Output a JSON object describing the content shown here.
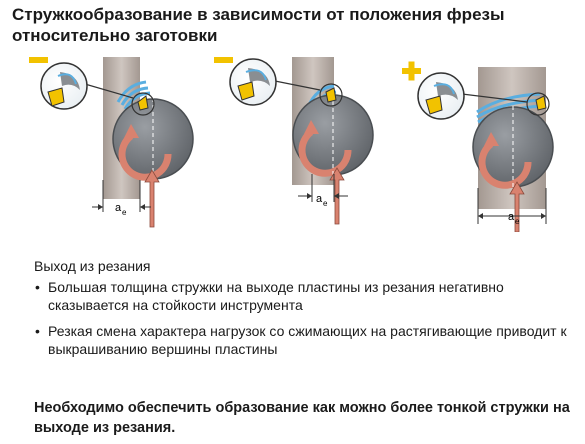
{
  "title": "Стружкообразование в зависимости от положения фрезы относительно заготовки",
  "diagrams": [
    {
      "sign": "−",
      "sign_color": "#f2c200",
      "dimension_label": "a",
      "dimension_subscript": "e"
    },
    {
      "sign": "−",
      "sign_color": "#f2c200",
      "dimension_label": "a",
      "dimension_subscript": "e"
    },
    {
      "sign": "+",
      "sign_color": "#f2c200",
      "dimension_label": "a",
      "dimension_subscript": "e"
    }
  ],
  "exit": {
    "label": "Выход из резания",
    "bullet_marker": "•",
    "bullets": [
      "Большая толщина стружки  на выходе пластины из резания негативно сказывается на стойкости инструмента",
      "Резкая смена характера нагрузок со сжимающих на растягивающие приводит к выкрашиванию вершины пластины"
    ]
  },
  "conclusion": "Необходимо обеспечить образование как можно более тонкой стружки на выходе из резания.",
  "colors": {
    "workpiece": "#b8aea8",
    "cutter": "#7b7f84",
    "arrow": "#d9826f",
    "chip": "#5aaee0",
    "insert": "#f2c200"
  }
}
